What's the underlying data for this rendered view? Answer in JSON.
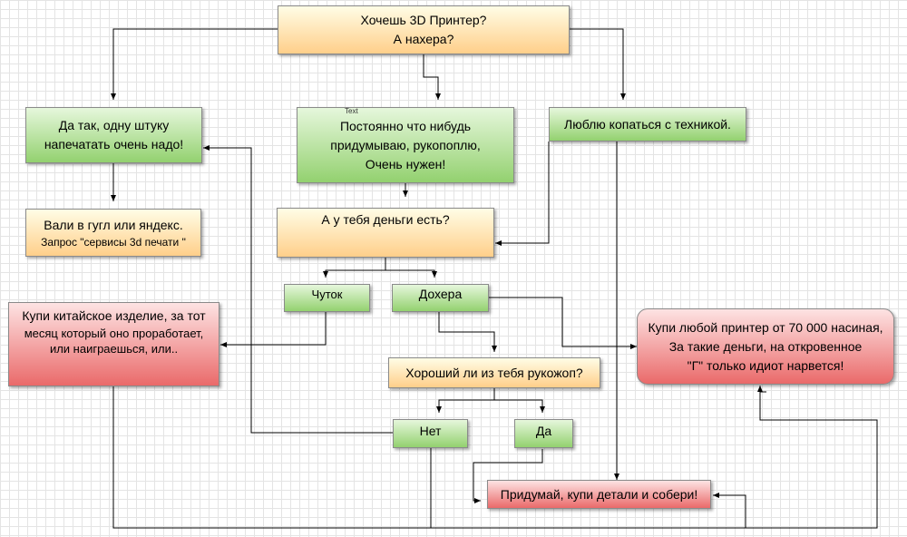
{
  "nodes": {
    "start": {
      "line1": "Хочешь 3D Принтер?",
      "line2": "А нахера?"
    },
    "print_one": {
      "line1": "Да так, одну штуку",
      "line2": "напечатать очень надо!"
    },
    "google": {
      "line1": "Вали в гугл или яндекс.",
      "line2": "Запрос \"сервисы 3d печати \""
    },
    "invent": {
      "line1": "Постоянно что нибудь",
      "line2": "придумываю, рукопоплю,",
      "line3": "Очень нужен!"
    },
    "text_tag": "Text",
    "tinker": {
      "line1": "Люблю копаться с техникой."
    },
    "money": {
      "line1": "А у тебя деньги есть?"
    },
    "little": {
      "line1": "Чуток"
    },
    "lots": {
      "line1": "Дохера"
    },
    "chinese": {
      "line1": "Купи китайское изделие, за тот",
      "line2": "месяц который оно проработает,",
      "line3": "или наиграешься, или.."
    },
    "handy": {
      "line1": "Хороший ли из тебя рукожоп?"
    },
    "no": {
      "line1": "Нет"
    },
    "yes": {
      "line1": "Да"
    },
    "expensive": {
      "line1": "Купи любой принтер от 70 000 насиная,",
      "line2": "За такие деньги, на откровенное",
      "line3": "\"Г\" только идиот нарвется!"
    },
    "diy": {
      "line1": "Придумай, купи детали и собери!"
    }
  }
}
